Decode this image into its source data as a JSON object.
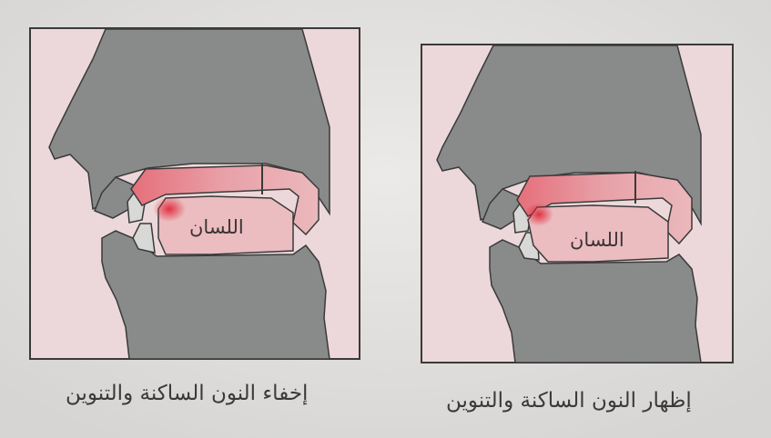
{
  "diagrams": [
    {
      "id": "ikhfa",
      "tongue_label": "اللسان",
      "caption": "إخفاء النون الساكنة والتنوين"
    },
    {
      "id": "izhar",
      "tongue_label": "اللسان",
      "caption": "إظهار النون الساكنة والتنوين"
    }
  ],
  "colors": {
    "panel_background": "#ecd8da",
    "anatomy_gray": "#898a8a",
    "palate_fill": "#e7a9af",
    "articulation_highlight": "#e02a3a",
    "tongue_fill": "#ebbcc0",
    "outline": "#3a3a3a"
  }
}
